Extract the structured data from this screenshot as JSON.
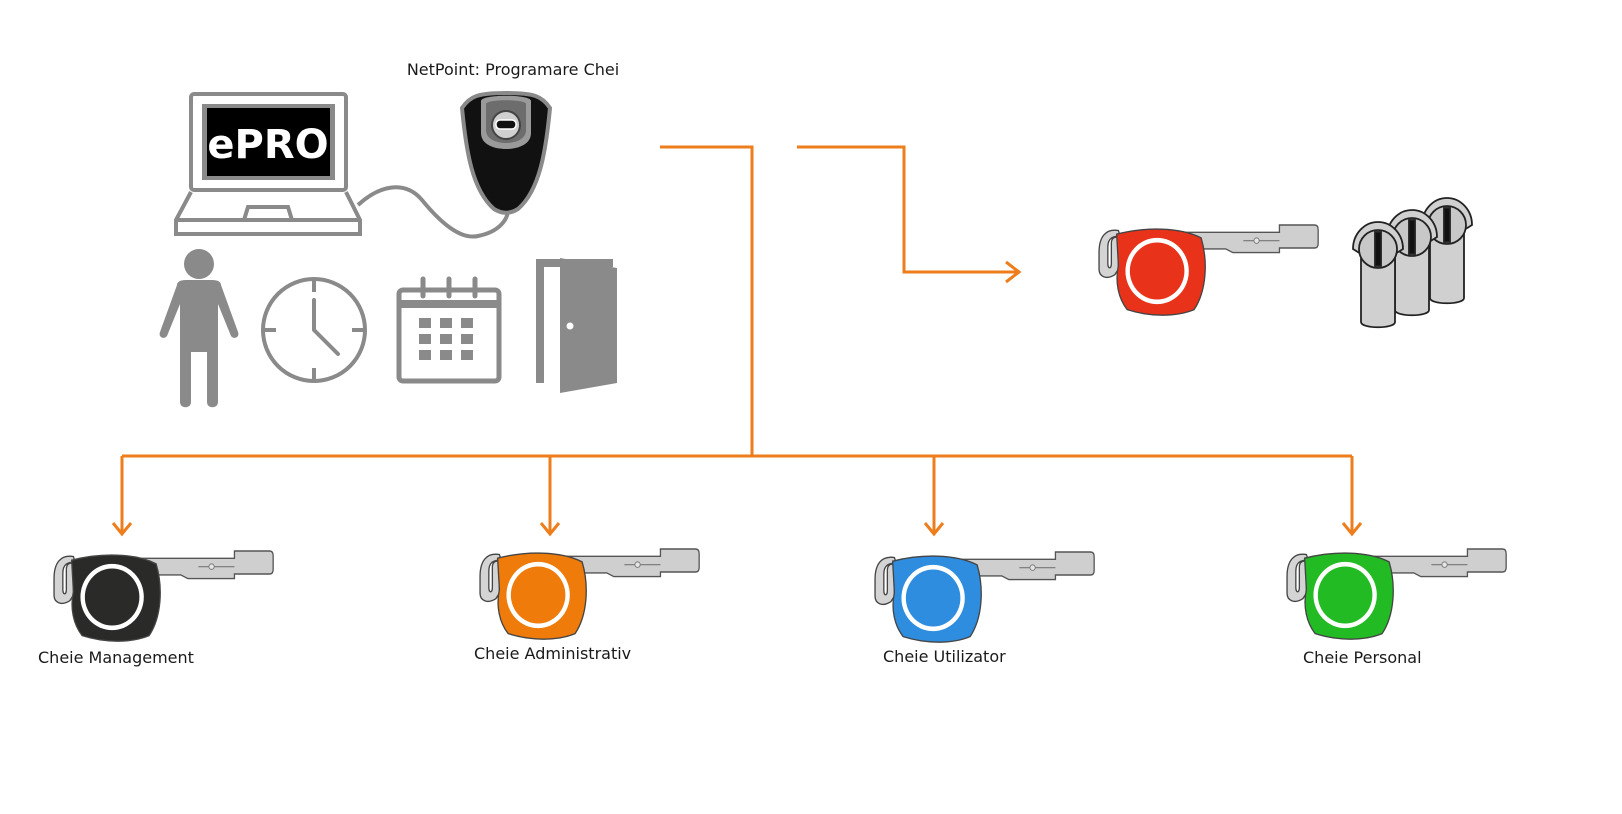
{
  "programmer": {
    "title": "NetPoint: Programare Chei",
    "screen_text": "ePRO"
  },
  "icons": [
    "laptop-icon",
    "programmer-device-icon",
    "person-icon",
    "clock-icon",
    "calendar-icon",
    "door-icon",
    "cylinder-locks-icon"
  ],
  "colors": {
    "flow": "#ee7d1c",
    "icon_gray": "#8a8a8a",
    "key_metal": "#cfcfcf",
    "master_key": "#e8321a"
  },
  "keys": [
    {
      "label": "Cheie Management",
      "color": "#2a2a28"
    },
    {
      "label": "Cheie Administrativ",
      "color": "#ee7b0a"
    },
    {
      "label": "Cheie Utilizator",
      "color": "#2f8ddf"
    },
    {
      "label": "Cheie Personal",
      "color": "#23bb23"
    }
  ]
}
